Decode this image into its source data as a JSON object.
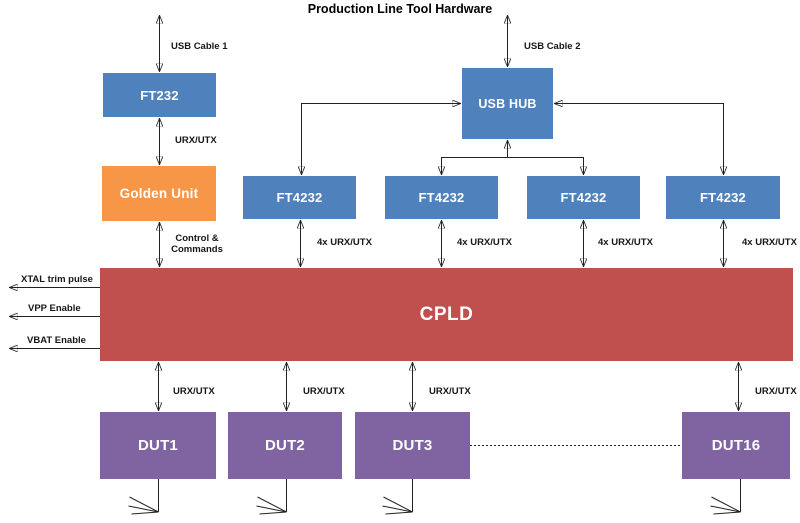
{
  "diagram": {
    "title": "Production Line Tool Hardware",
    "nodes": {
      "ft232": "FT232",
      "golden_unit": "Golden Unit",
      "usb_hub": "USB HUB",
      "ft4232": "FT4232",
      "cpld": "CPLD",
      "dut1": "DUT1",
      "dut2": "DUT2",
      "dut3": "DUT3",
      "dut16": "DUT16"
    },
    "edge_labels": {
      "usb_cable_1": "USB Cable 1",
      "usb_cable_2": "USB Cable 2",
      "urx_utx": "URX/UTX",
      "urx_utx_4x": "4x URX/UTX",
      "control_line1": "Control &",
      "control_line2": "Commands"
    },
    "cpld_outputs": {
      "xtal": "XTAL trim pulse",
      "vpp": "VPP Enable",
      "vbat": "VBAT Enable"
    },
    "colors": {
      "usb_chip_blue": "#4f81bd",
      "golden_unit_orange": "#f79646",
      "cpld_red": "#c0504d",
      "dut_purple": "#8064a2",
      "wire_black": "#222222"
    }
  }
}
